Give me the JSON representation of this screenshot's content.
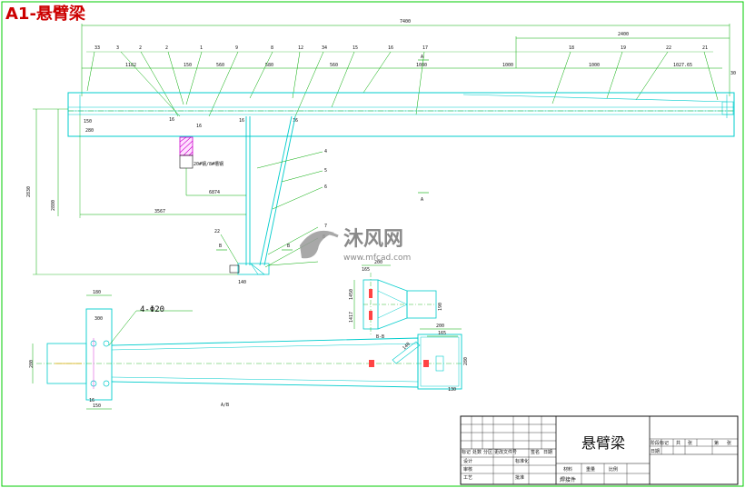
{
  "drawing": {
    "title": "A1-悬臂梁",
    "section_label_a": "A",
    "section_label_b": "B",
    "section_view_bb": "B-B",
    "hole_note": "4-Φ20",
    "main_dims": {
      "overall": "7400",
      "right_span": "2400",
      "seg1": "1182",
      "seg2": "150",
      "seg3": "560",
      "seg4": "580",
      "seg5": "560",
      "seg6": "1080",
      "seg7": "1000",
      "seg8": "1000",
      "seg9": "1027.65",
      "left_height": "2830",
      "left_height2": "2880",
      "mid_dim": "6874",
      "lower_dim": "3567",
      "depth": "280",
      "h_small": "150",
      "end_h": "30",
      "col_dim": "16",
      "bottom_dim": "140"
    },
    "callouts": [
      "33",
      "3",
      "2",
      "2",
      "1",
      "9",
      "8",
      "12",
      "34",
      "15",
      "16",
      "17",
      "18",
      "19",
      "22",
      "21",
      "4",
      "5",
      "6",
      "7",
      "22",
      "8"
    ],
    "detail_dims": {
      "plate_w": "180",
      "plate_h": "280",
      "hole_pitch": "150",
      "beam_len_small": "300",
      "bb_w1": "200",
      "bb_w2": "165",
      "bb_h1": "1450",
      "bb_h2": "1417",
      "bb_h3": "190",
      "bb_a": "140",
      "rb_1": "200",
      "rb_2": "165",
      "rb_3": "280",
      "rb_4": "130"
    },
    "steel_note": "20#钢/8#槽钢",
    "center_note": "A/B"
  },
  "title_block": {
    "drawing_name": "悬臂梁",
    "rows_left": [
      "标记",
      "处数",
      "分区",
      "更改文件号",
      "签名",
      "日期"
    ],
    "role_labels": [
      "设计",
      "审核",
      "工艺"
    ],
    "role_extra": [
      "标准化",
      "批准"
    ],
    "material_label": "材料",
    "weight_label": "重量",
    "scale_label": "比例",
    "part_type": "焊接件",
    "stage_labels": [
      "阶段标记",
      "共",
      "张",
      "第",
      "张"
    ],
    "sheet_label": "日期"
  },
  "watermark": {
    "brand": "沐风网",
    "url": "www.mfcad.com"
  },
  "colors": {
    "border": "#00cc00",
    "part": "#00cccc",
    "dim": "#00aa00",
    "hatch": "#cc00cc",
    "title": "#cc0000"
  }
}
